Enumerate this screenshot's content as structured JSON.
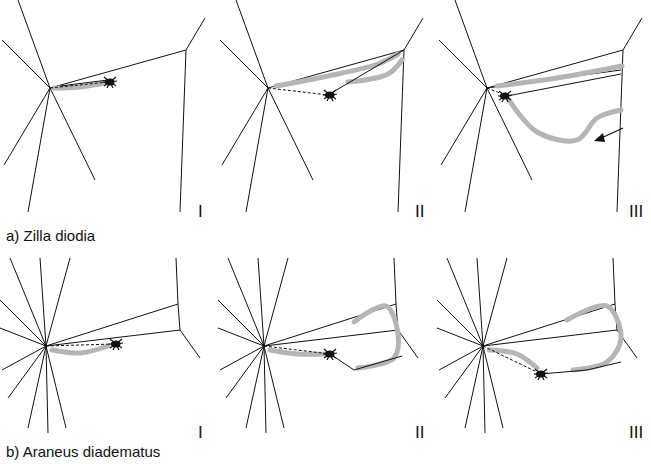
{
  "diagram": {
    "labels": [
      "I",
      "II",
      "III",
      "a) Zilla diodia",
      "I",
      "II",
      "III",
      "b) Araneus diadematus"
    ]
  }
}
